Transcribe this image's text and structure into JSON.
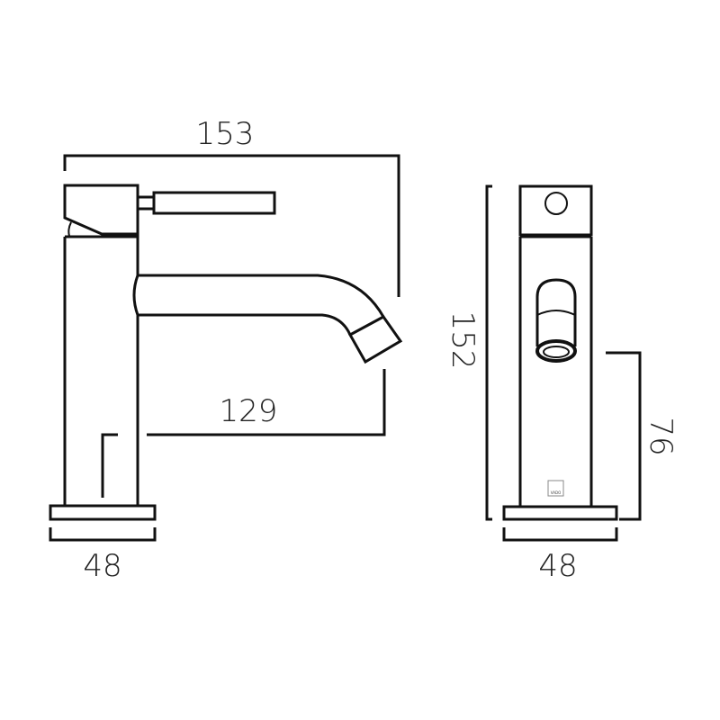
{
  "drawing": {
    "front_view": {
      "overall_width": "153",
      "spout_reach": "129",
      "base_width": "48"
    },
    "side_view": {
      "overall_height": "152",
      "spout_height": "76",
      "base_width": "48",
      "logo": "VADO"
    },
    "line_color": "#111111"
  }
}
